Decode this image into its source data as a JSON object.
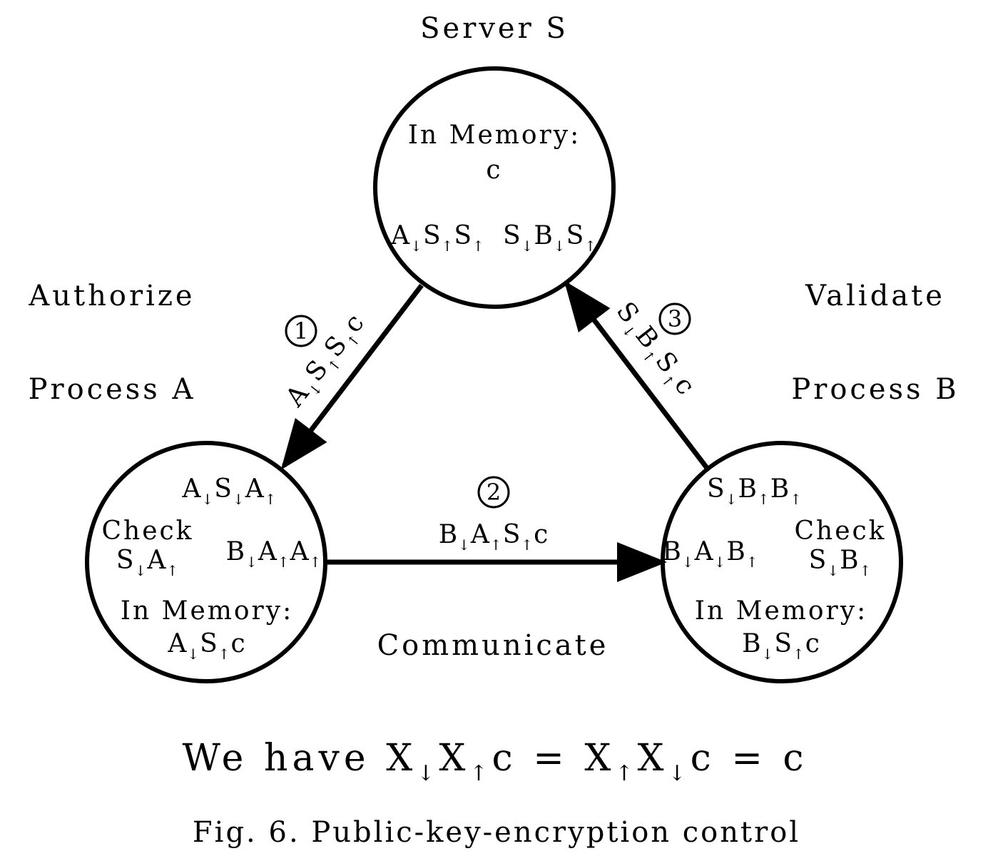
{
  "labels": {
    "server_title": "Server S",
    "process_a": "Process A",
    "process_b": "Process B",
    "authorize": "Authorize",
    "validate": "Validate",
    "communicate": "Communicate"
  },
  "server": {
    "memory_label": "In Memory:",
    "memory_value": "c",
    "eq_left": "A↓S↑S↑",
    "eq_right": "S↓B↓S↑"
  },
  "process_a": {
    "check_label": "Check",
    "check_value": "S↓A↑",
    "eq_top": "A↓S↓A↑",
    "eq_right": "B↓A↑A↑",
    "memory_label": "In Memory:",
    "memory_value": "A↓S↑c"
  },
  "process_b": {
    "check_label": "Check",
    "check_value": "S↓B↑",
    "eq_top": "S↓B↑B↑",
    "eq_left": "B↓A↓B↑",
    "memory_label": "In Memory:",
    "memory_value": "B↓S↑c"
  },
  "steps": {
    "step1_number": "1",
    "step1_message": "A↓S↑S↑c",
    "step2_number": "2",
    "step2_message": "B↓A↑S↑c",
    "step3_number": "3",
    "step3_message": "S↓B↑S↑c"
  },
  "formula": "We have X↓X↑c = X↑X↓c = c",
  "caption": "Fig. 6.  Public-key-encryption control",
  "colors": {
    "ink": "#000000",
    "background": "#ffffff"
  }
}
